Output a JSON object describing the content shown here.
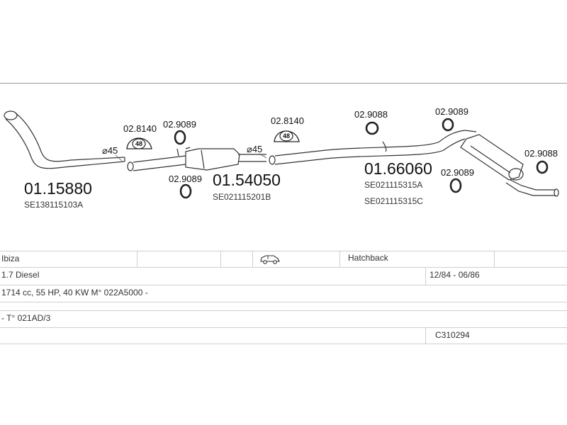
{
  "diagram": {
    "parts": [
      {
        "number": "01.15880",
        "code": "SE138115103A"
      },
      {
        "number": "01.54050",
        "code": "SE021115201B"
      },
      {
        "number": "01.66060",
        "codes": [
          "SE021115315A",
          "SE021115315C"
        ]
      }
    ],
    "diameters": [
      "⌀45",
      "⌀45"
    ],
    "clamps": [
      {
        "ref": "02.8140",
        "size": "48"
      },
      {
        "ref": "02.8140",
        "size": "48"
      }
    ],
    "hangers": [
      "02.9089",
      "02.9089",
      "02.9088",
      "02.9089",
      "02.9089",
      "02.9088"
    ]
  },
  "table": {
    "model": "Ibiza",
    "body_icon": "car-icon",
    "body_type": "Hatchback",
    "engine": "1.7 Diesel",
    "years": "12/84 - 06/86",
    "specs": "1714 cc, 55 HP, 40 KW  M° 022A5000 -",
    "engine_code": "- T° 021AD/3",
    "catalog_code": "C310294"
  }
}
